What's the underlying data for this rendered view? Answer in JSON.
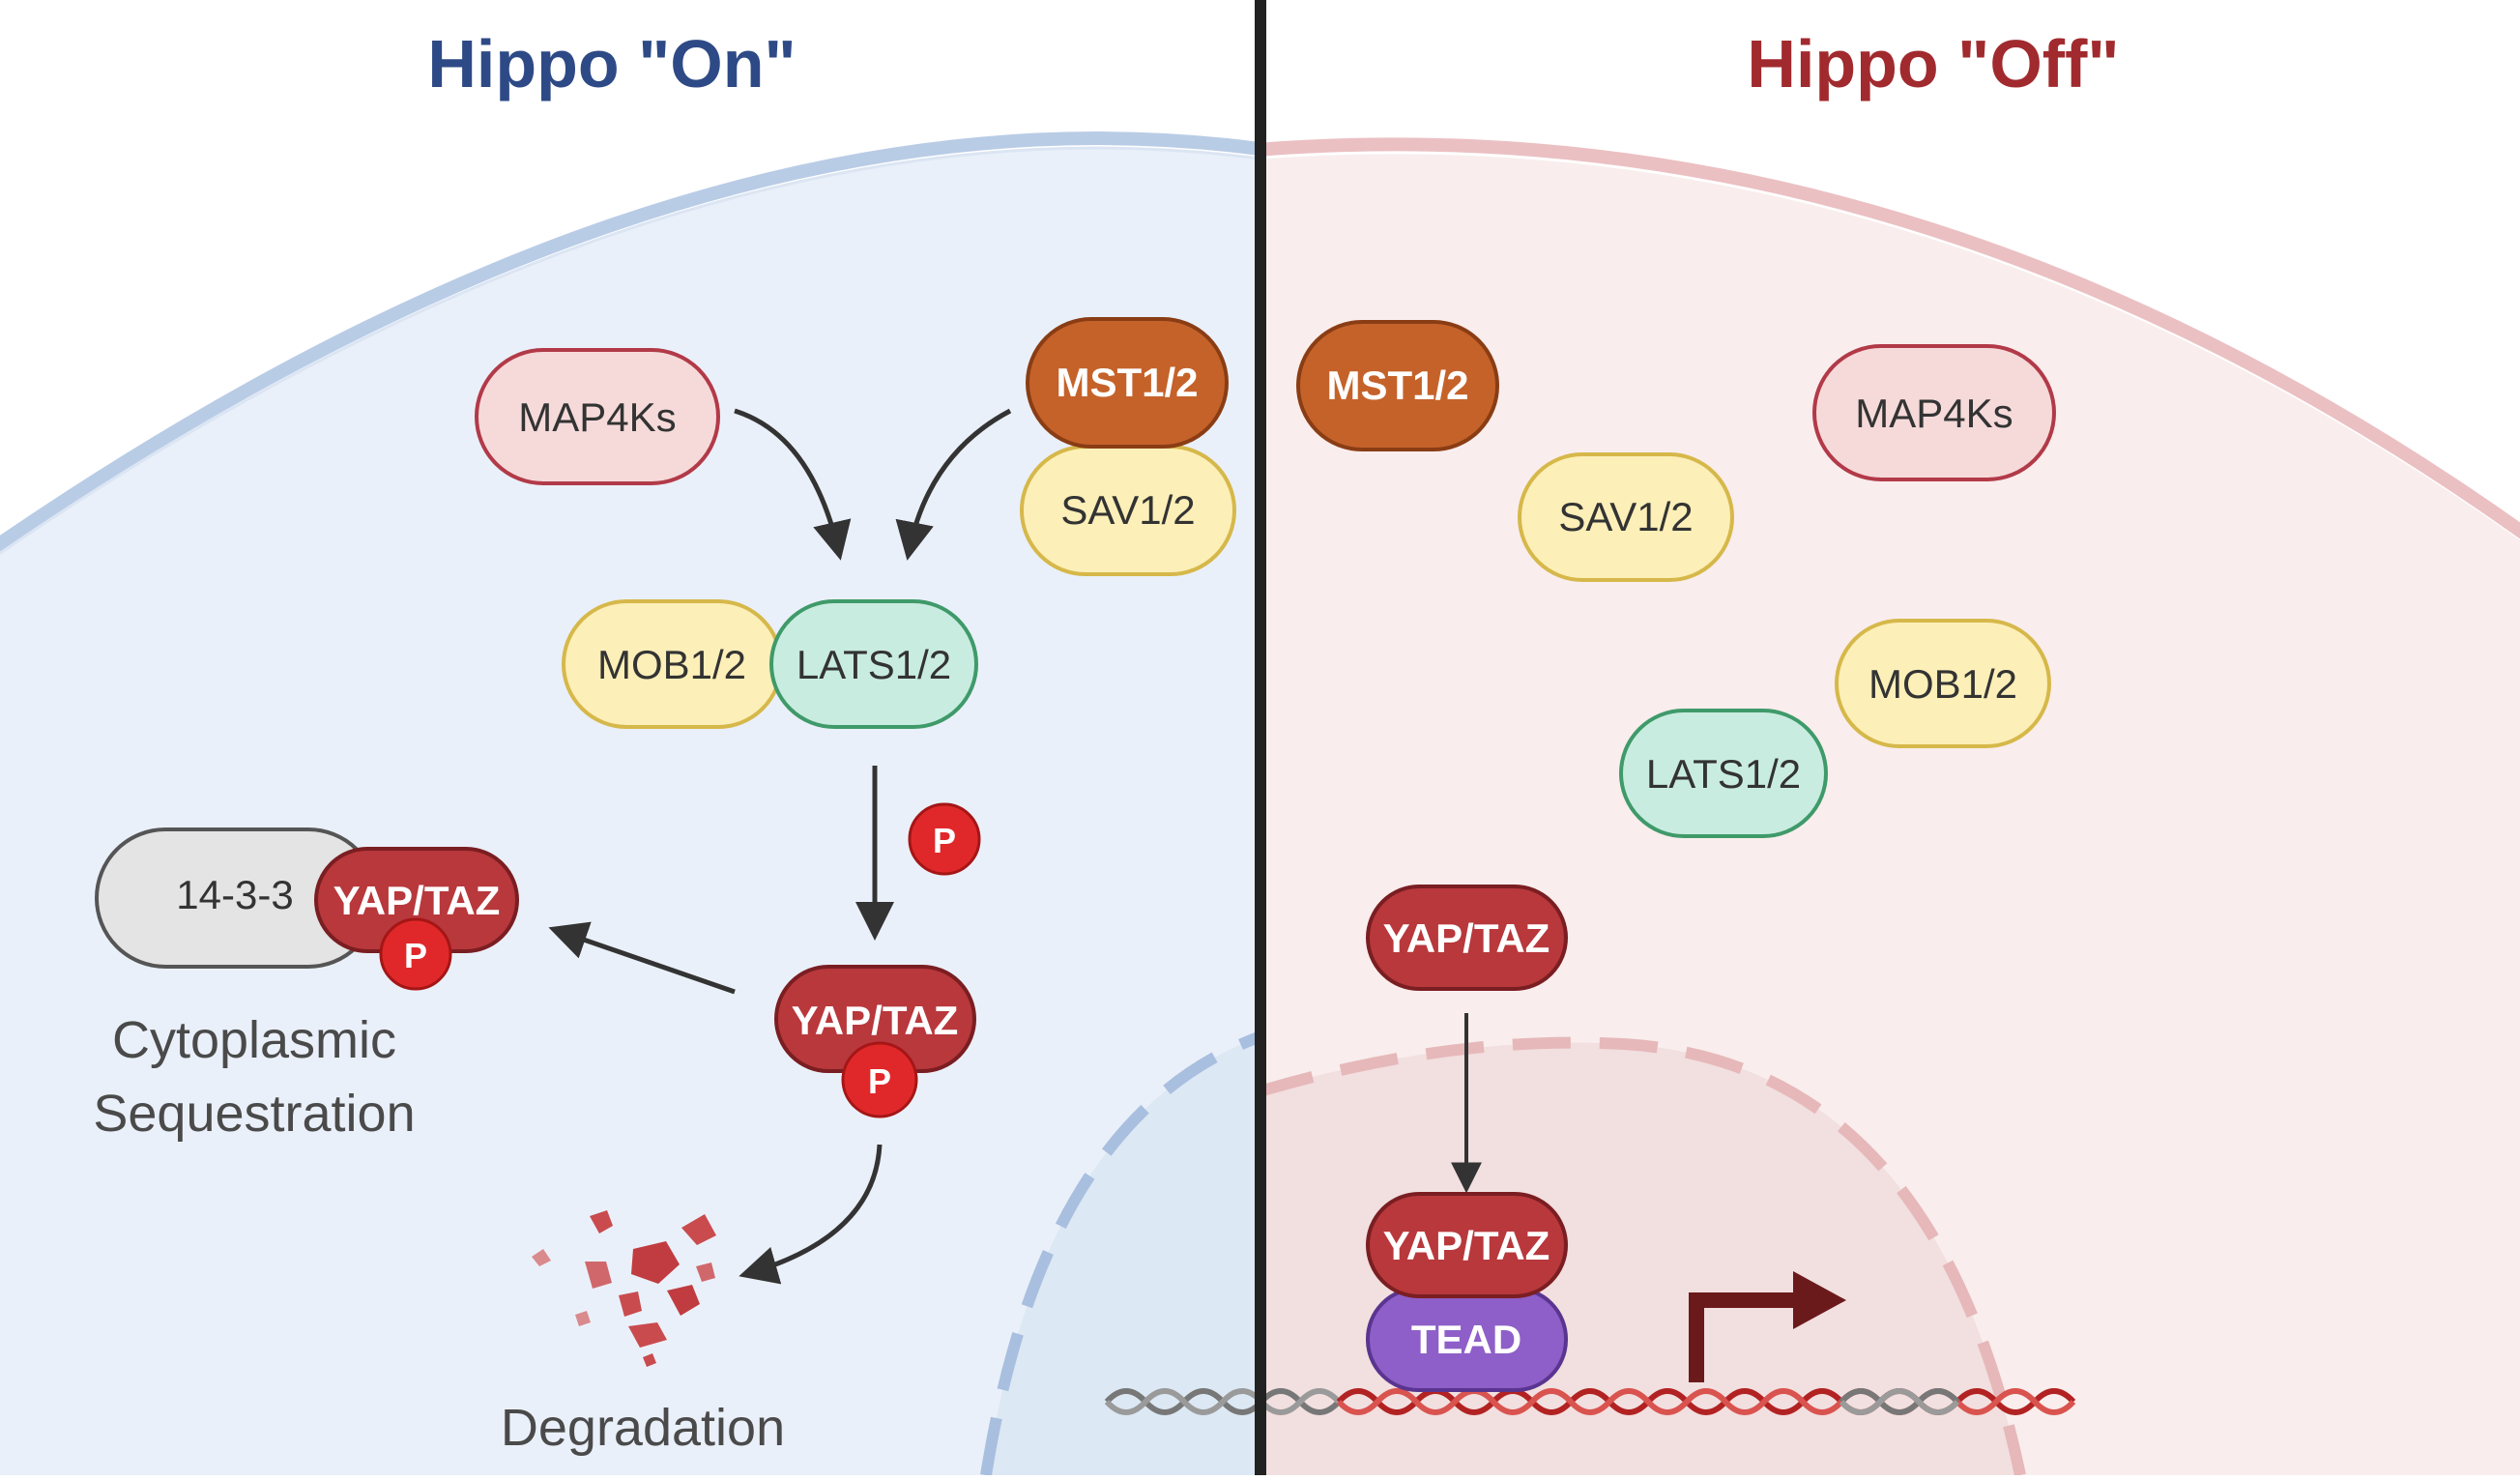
{
  "left_panel": {
    "title": "Hippo \"On\"",
    "title_color": "#2e4a86",
    "background_color": "#eaf0f9",
    "proteins": {
      "map4ks": "MAP4Ks",
      "mst": "MST1/2",
      "sav": "SAV1/2",
      "mob": "MOB1/2",
      "lats": "LATS1/2",
      "yaptaz_free": "YAP/TAZ",
      "yaptaz_bound": "YAP/TAZ",
      "fourteen_three_three": "14-3-3"
    },
    "phospho_label": "P",
    "captions": {
      "sequestration_line1": "Cytoplasmic",
      "sequestration_line2": "Sequestration",
      "degradation": "Degradation"
    }
  },
  "right_panel": {
    "title": "Hippo \"Off\"",
    "title_color": "#a12a2e",
    "background_color": "#f9eded",
    "proteins": {
      "mst": "MST1/2",
      "map4ks": "MAP4Ks",
      "sav": "SAV1/2",
      "mob": "MOB1/2",
      "lats": "LATS1/2",
      "yaptaz_cyto": "YAP/TAZ",
      "yaptaz_nuclear": "YAP/TAZ",
      "tead": "TEAD"
    }
  },
  "colors": {
    "mst": "#c5622a",
    "map4ks": "#f6dada",
    "sav_mob": "#fcefb8",
    "lats": "#c9ece0",
    "yaptaz": "#b8383c",
    "phospho": "#e0282a",
    "tead": "#8e5fc8",
    "divider": "#222222"
  }
}
